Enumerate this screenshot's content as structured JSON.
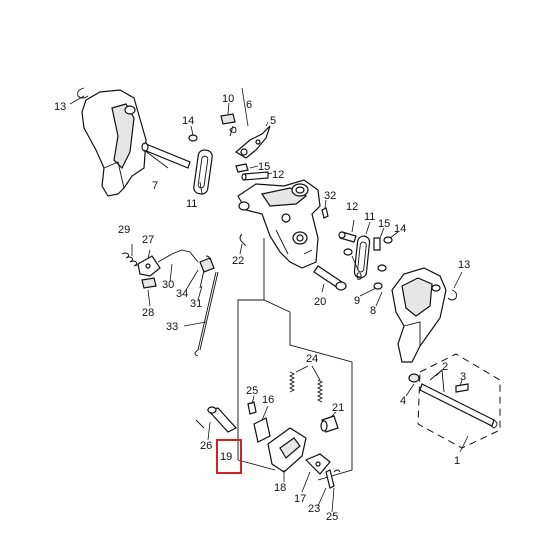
{
  "diagram": {
    "callouts": [
      {
        "id": "c13a",
        "label": "13"
      },
      {
        "id": "c10",
        "label": "10"
      },
      {
        "id": "c6",
        "label": "6"
      },
      {
        "id": "c14a",
        "label": "14"
      },
      {
        "id": "c5",
        "label": "5"
      },
      {
        "id": "c15a",
        "label": "15"
      },
      {
        "id": "c12a",
        "label": "12"
      },
      {
        "id": "c7",
        "label": "7"
      },
      {
        "id": "c11a",
        "label": "11"
      },
      {
        "id": "c32",
        "label": "32"
      },
      {
        "id": "c12b",
        "label": "12"
      },
      {
        "id": "c11b",
        "label": "11"
      },
      {
        "id": "c15b",
        "label": "15"
      },
      {
        "id": "c14b",
        "label": "14"
      },
      {
        "id": "c29",
        "label": "29"
      },
      {
        "id": "c27",
        "label": "27"
      },
      {
        "id": "c22",
        "label": "22"
      },
      {
        "id": "c30",
        "label": "30"
      },
      {
        "id": "c34",
        "label": "34"
      },
      {
        "id": "c31",
        "label": "31"
      },
      {
        "id": "c28",
        "label": "28"
      },
      {
        "id": "c33",
        "label": "33"
      },
      {
        "id": "c20",
        "label": "20"
      },
      {
        "id": "c9a",
        "label": "9"
      },
      {
        "id": "c9b",
        "label": "9"
      },
      {
        "id": "c8",
        "label": "8"
      },
      {
        "id": "c13b",
        "label": "13"
      },
      {
        "id": "c24",
        "label": "24"
      },
      {
        "id": "c2",
        "label": "2"
      },
      {
        "id": "c3",
        "label": "3"
      },
      {
        "id": "c4",
        "label": "4"
      },
      {
        "id": "c25a",
        "label": "25"
      },
      {
        "id": "c16",
        "label": "16"
      },
      {
        "id": "c21",
        "label": "21"
      },
      {
        "id": "c26",
        "label": "26"
      },
      {
        "id": "c1",
        "label": "1"
      },
      {
        "id": "c18",
        "label": "18"
      },
      {
        "id": "c17",
        "label": "17"
      },
      {
        "id": "c23",
        "label": "23"
      },
      {
        "id": "c25b",
        "label": "25"
      }
    ],
    "highlighted": {
      "label": "19",
      "color": "#d32020"
    }
  }
}
